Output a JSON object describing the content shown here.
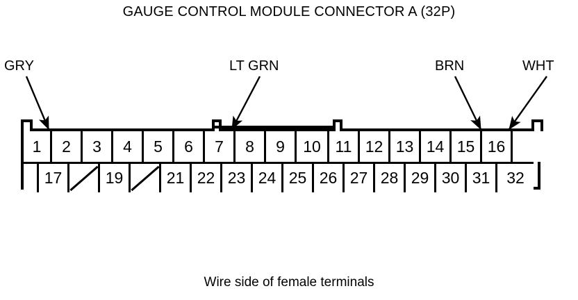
{
  "diagram": {
    "title": "GAUGE CONTROL MODULE CONNECTOR A (32P)",
    "caption": "Wire side of female terminals",
    "line_color": "#000000",
    "background_color": "#ffffff"
  },
  "wire_labels": [
    {
      "id": "gry",
      "text": "GRY",
      "points_to": "pin-1"
    },
    {
      "id": "ltgrn",
      "text": "LT GRN",
      "points_to": "pin-7"
    },
    {
      "id": "brn",
      "text": "BRN",
      "points_to": "pin-15"
    },
    {
      "id": "wht",
      "text": "WHT",
      "points_to": "pin-16"
    }
  ],
  "connector": {
    "pin_count": "32",
    "top_row": [
      {
        "label": "1",
        "state": "numbered"
      },
      {
        "label": "2",
        "state": "numbered"
      },
      {
        "label": "3",
        "state": "numbered"
      },
      {
        "label": "4",
        "state": "numbered"
      },
      {
        "label": "5",
        "state": "numbered"
      },
      {
        "label": "6",
        "state": "numbered"
      },
      {
        "label": "7",
        "state": "numbered"
      },
      {
        "label": "8",
        "state": "numbered"
      },
      {
        "label": "9",
        "state": "numbered"
      },
      {
        "label": "10",
        "state": "numbered"
      },
      {
        "label": "11",
        "state": "numbered"
      },
      {
        "label": "12",
        "state": "numbered"
      },
      {
        "label": "13",
        "state": "numbered"
      },
      {
        "label": "14",
        "state": "numbered"
      },
      {
        "label": "15",
        "state": "numbered"
      },
      {
        "label": "16",
        "state": "numbered"
      },
      {
        "label": "",
        "state": "empty"
      }
    ],
    "bottom_row": [
      {
        "label": "",
        "state": "empty"
      },
      {
        "label": "17",
        "state": "numbered"
      },
      {
        "label": "",
        "state": "slash"
      },
      {
        "label": "19",
        "state": "numbered"
      },
      {
        "label": "",
        "state": "slash"
      },
      {
        "label": "21",
        "state": "numbered"
      },
      {
        "label": "22",
        "state": "numbered"
      },
      {
        "label": "23",
        "state": "numbered"
      },
      {
        "label": "24",
        "state": "numbered"
      },
      {
        "label": "25",
        "state": "numbered"
      },
      {
        "label": "26",
        "state": "numbered"
      },
      {
        "label": "27",
        "state": "numbered"
      },
      {
        "label": "28",
        "state": "numbered"
      },
      {
        "label": "29",
        "state": "numbered"
      },
      {
        "label": "30",
        "state": "numbered"
      },
      {
        "label": "31",
        "state": "numbered"
      },
      {
        "label": "32",
        "state": "numbered"
      }
    ]
  }
}
